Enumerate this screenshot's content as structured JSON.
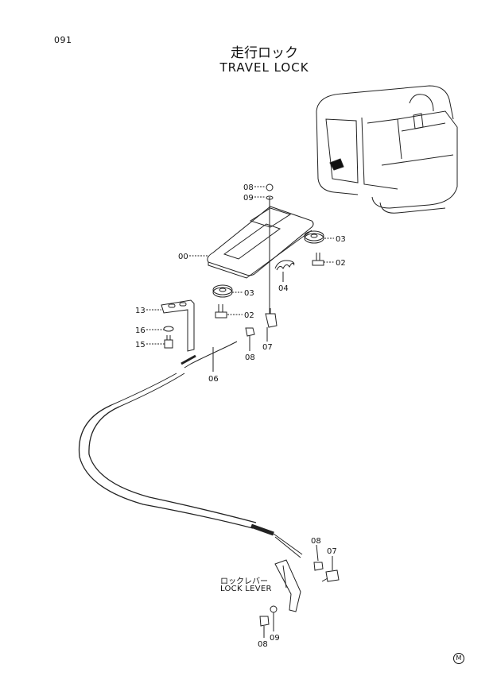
{
  "header": {
    "page_number": "091",
    "title_jp": "走行ロック",
    "title_en": "TRAVEL LOCK"
  },
  "callouts": {
    "c00": "00",
    "c02a": "02",
    "c02b": "02",
    "c03a": "03",
    "c03b": "03",
    "c04": "04",
    "c06": "06",
    "c07a": "07",
    "c07b": "07",
    "c08a": "08",
    "c08b": "08",
    "c08c": "08",
    "c08d": "08",
    "c09a": "09",
    "c09b": "09",
    "c13": "13",
    "c15": "15",
    "c16": "16"
  },
  "lever_label": {
    "jp": "ロックレバー",
    "en": "LOCK LEVER"
  },
  "corner_mark": "M"
}
